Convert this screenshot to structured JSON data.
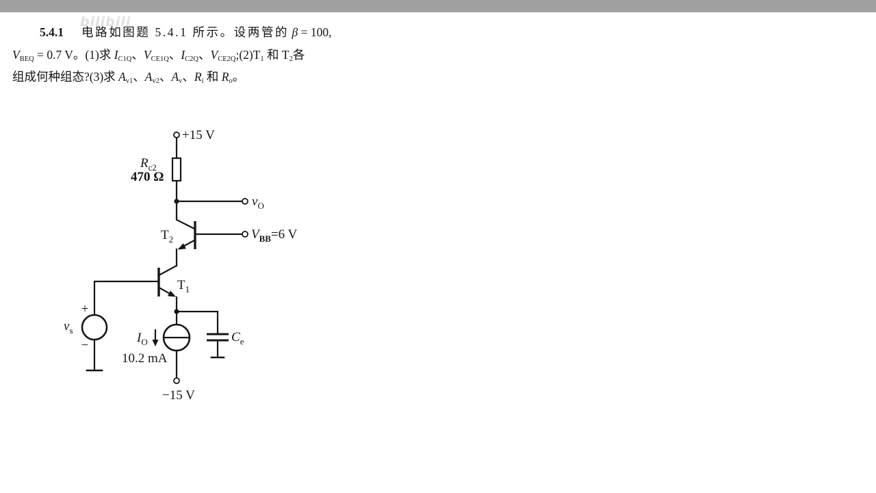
{
  "page": {
    "top_bar_color": "#a0a0a0",
    "background": "#ffffff",
    "ink": "#151515"
  },
  "watermark": "bilibili",
  "problem": {
    "number": "5.4.1",
    "line1": {
      "text": "电路如图题 5.4.1 所示。设两管的",
      "beta": "β",
      "beta_value": "= 100,"
    },
    "line2": {
      "vbeq": {
        "symbol": "V",
        "sub": "BEQ"
      },
      "vbeq_value": "= 0.7 V。",
      "q1": "(1)求",
      "vars": [
        {
          "symbol": "I",
          "sub": "C1Q"
        },
        {
          "symbol": "V",
          "sub": "CE1Q"
        },
        {
          "symbol": "I",
          "sub": "C2Q"
        },
        {
          "symbol": "V",
          "sub": "CE2Q"
        }
      ],
      "sep": "、",
      "end": ";",
      "q2": "(2)",
      "t1": {
        "symbol": "T",
        "sub": "1"
      },
      "and": "和",
      "t2": {
        "symbol": "T",
        "sub": "2"
      },
      "tail": "各"
    },
    "line3": {
      "text": "组成何种组态?",
      "q3": "(3)求",
      "vars": [
        {
          "symbol": "A",
          "sub": "v1"
        },
        {
          "symbol": "A",
          "sub": "v2"
        },
        {
          "symbol": "A",
          "sub": "v"
        },
        {
          "symbol": "R",
          "sub": "i"
        }
      ],
      "sep": "、",
      "and": "和",
      "ro": {
        "symbol": "R",
        "sub": "o"
      },
      "end": "。"
    }
  },
  "circuit": {
    "vcc": "+15 V",
    "vee": "−15 V",
    "rc2": {
      "symbol": "R",
      "sub": "c2",
      "value": "470 Ω"
    },
    "output": {
      "symbol": "v",
      "sub": "O"
    },
    "vbb": {
      "symbol": "V",
      "sub": "BB",
      "value": "=6 V"
    },
    "t1": {
      "symbol": "T",
      "sub": "1"
    },
    "t2": {
      "symbol": "T",
      "sub": "2"
    },
    "source": {
      "symbol": "v",
      "sub": "s",
      "plus": "+",
      "minus": "−"
    },
    "current_source": {
      "symbol": "I",
      "sub": "O",
      "value": "10.2 mA"
    },
    "capacitor": {
      "symbol": "C",
      "sub": "e"
    }
  }
}
